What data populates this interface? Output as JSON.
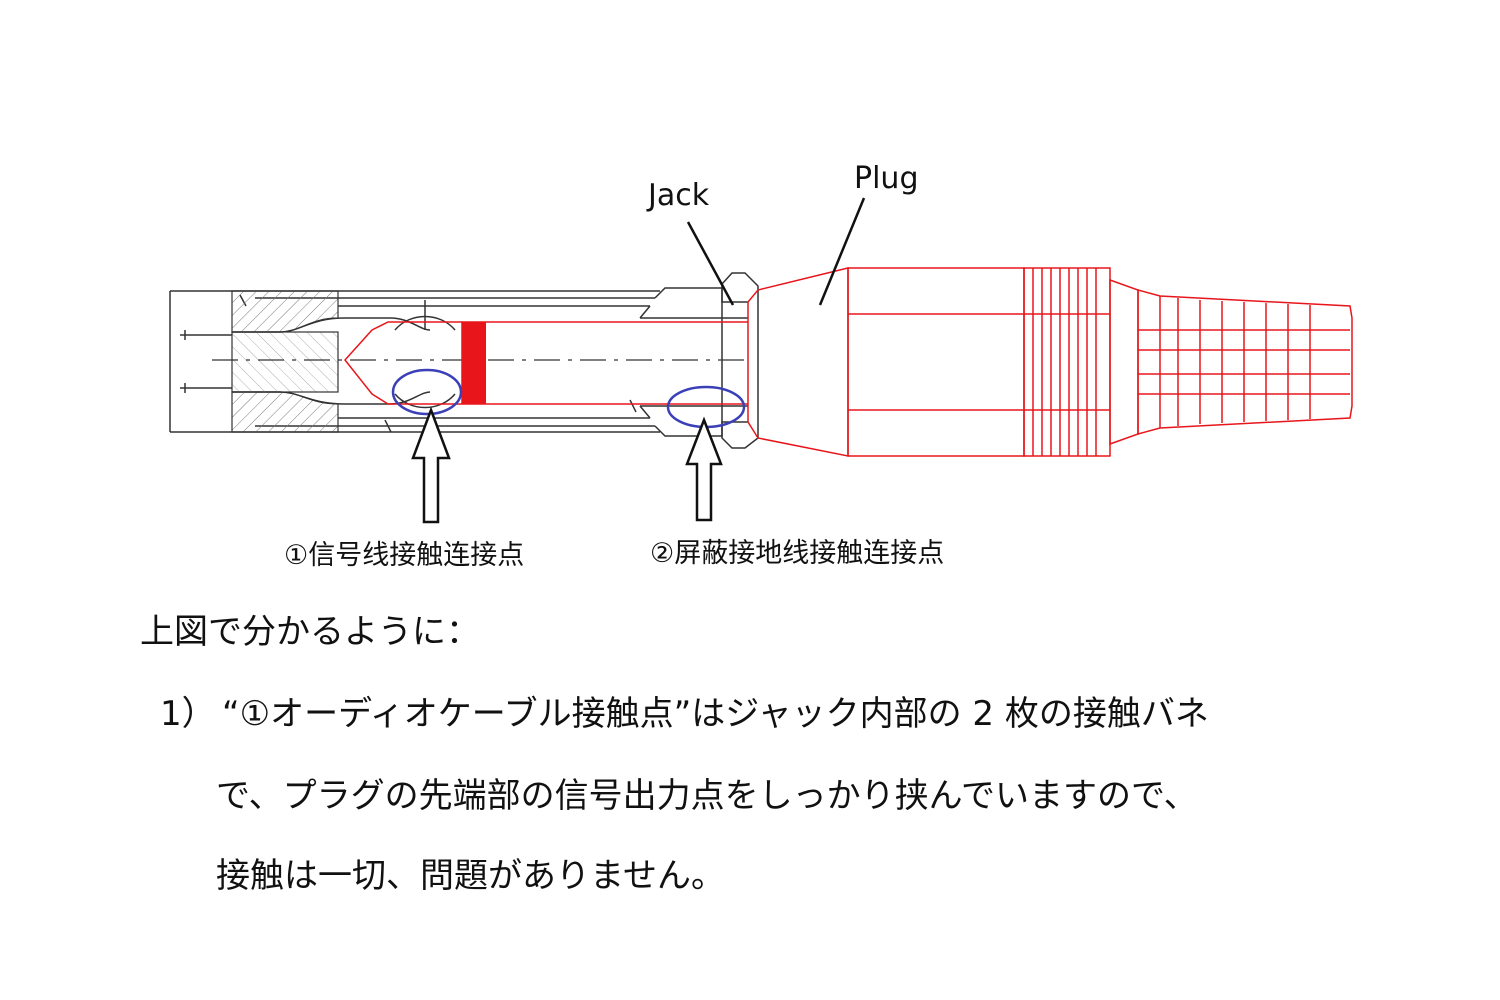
{
  "diagram": {
    "labels": {
      "jack": "Jack",
      "plug": "Plug",
      "contact_1": "①信号线接触连接点",
      "contact_2": "②屏蔽接地线接触连接点"
    },
    "colors": {
      "plug": "#e8161b",
      "jack": "#333333",
      "highlight_ellipse": "#3b3fb8",
      "hatch": "#7a7a7a"
    }
  },
  "text": {
    "intro": "上図で分かるように：",
    "point_number": "1）",
    "line1": "“①オーディオケーブル接触点”はジャック内部の 2 枚の接触バネ",
    "line2": "で、プラグの先端部の信号出力点をしっかり挟んでいますので、",
    "line3": "接触は一切、問題がありません。"
  }
}
